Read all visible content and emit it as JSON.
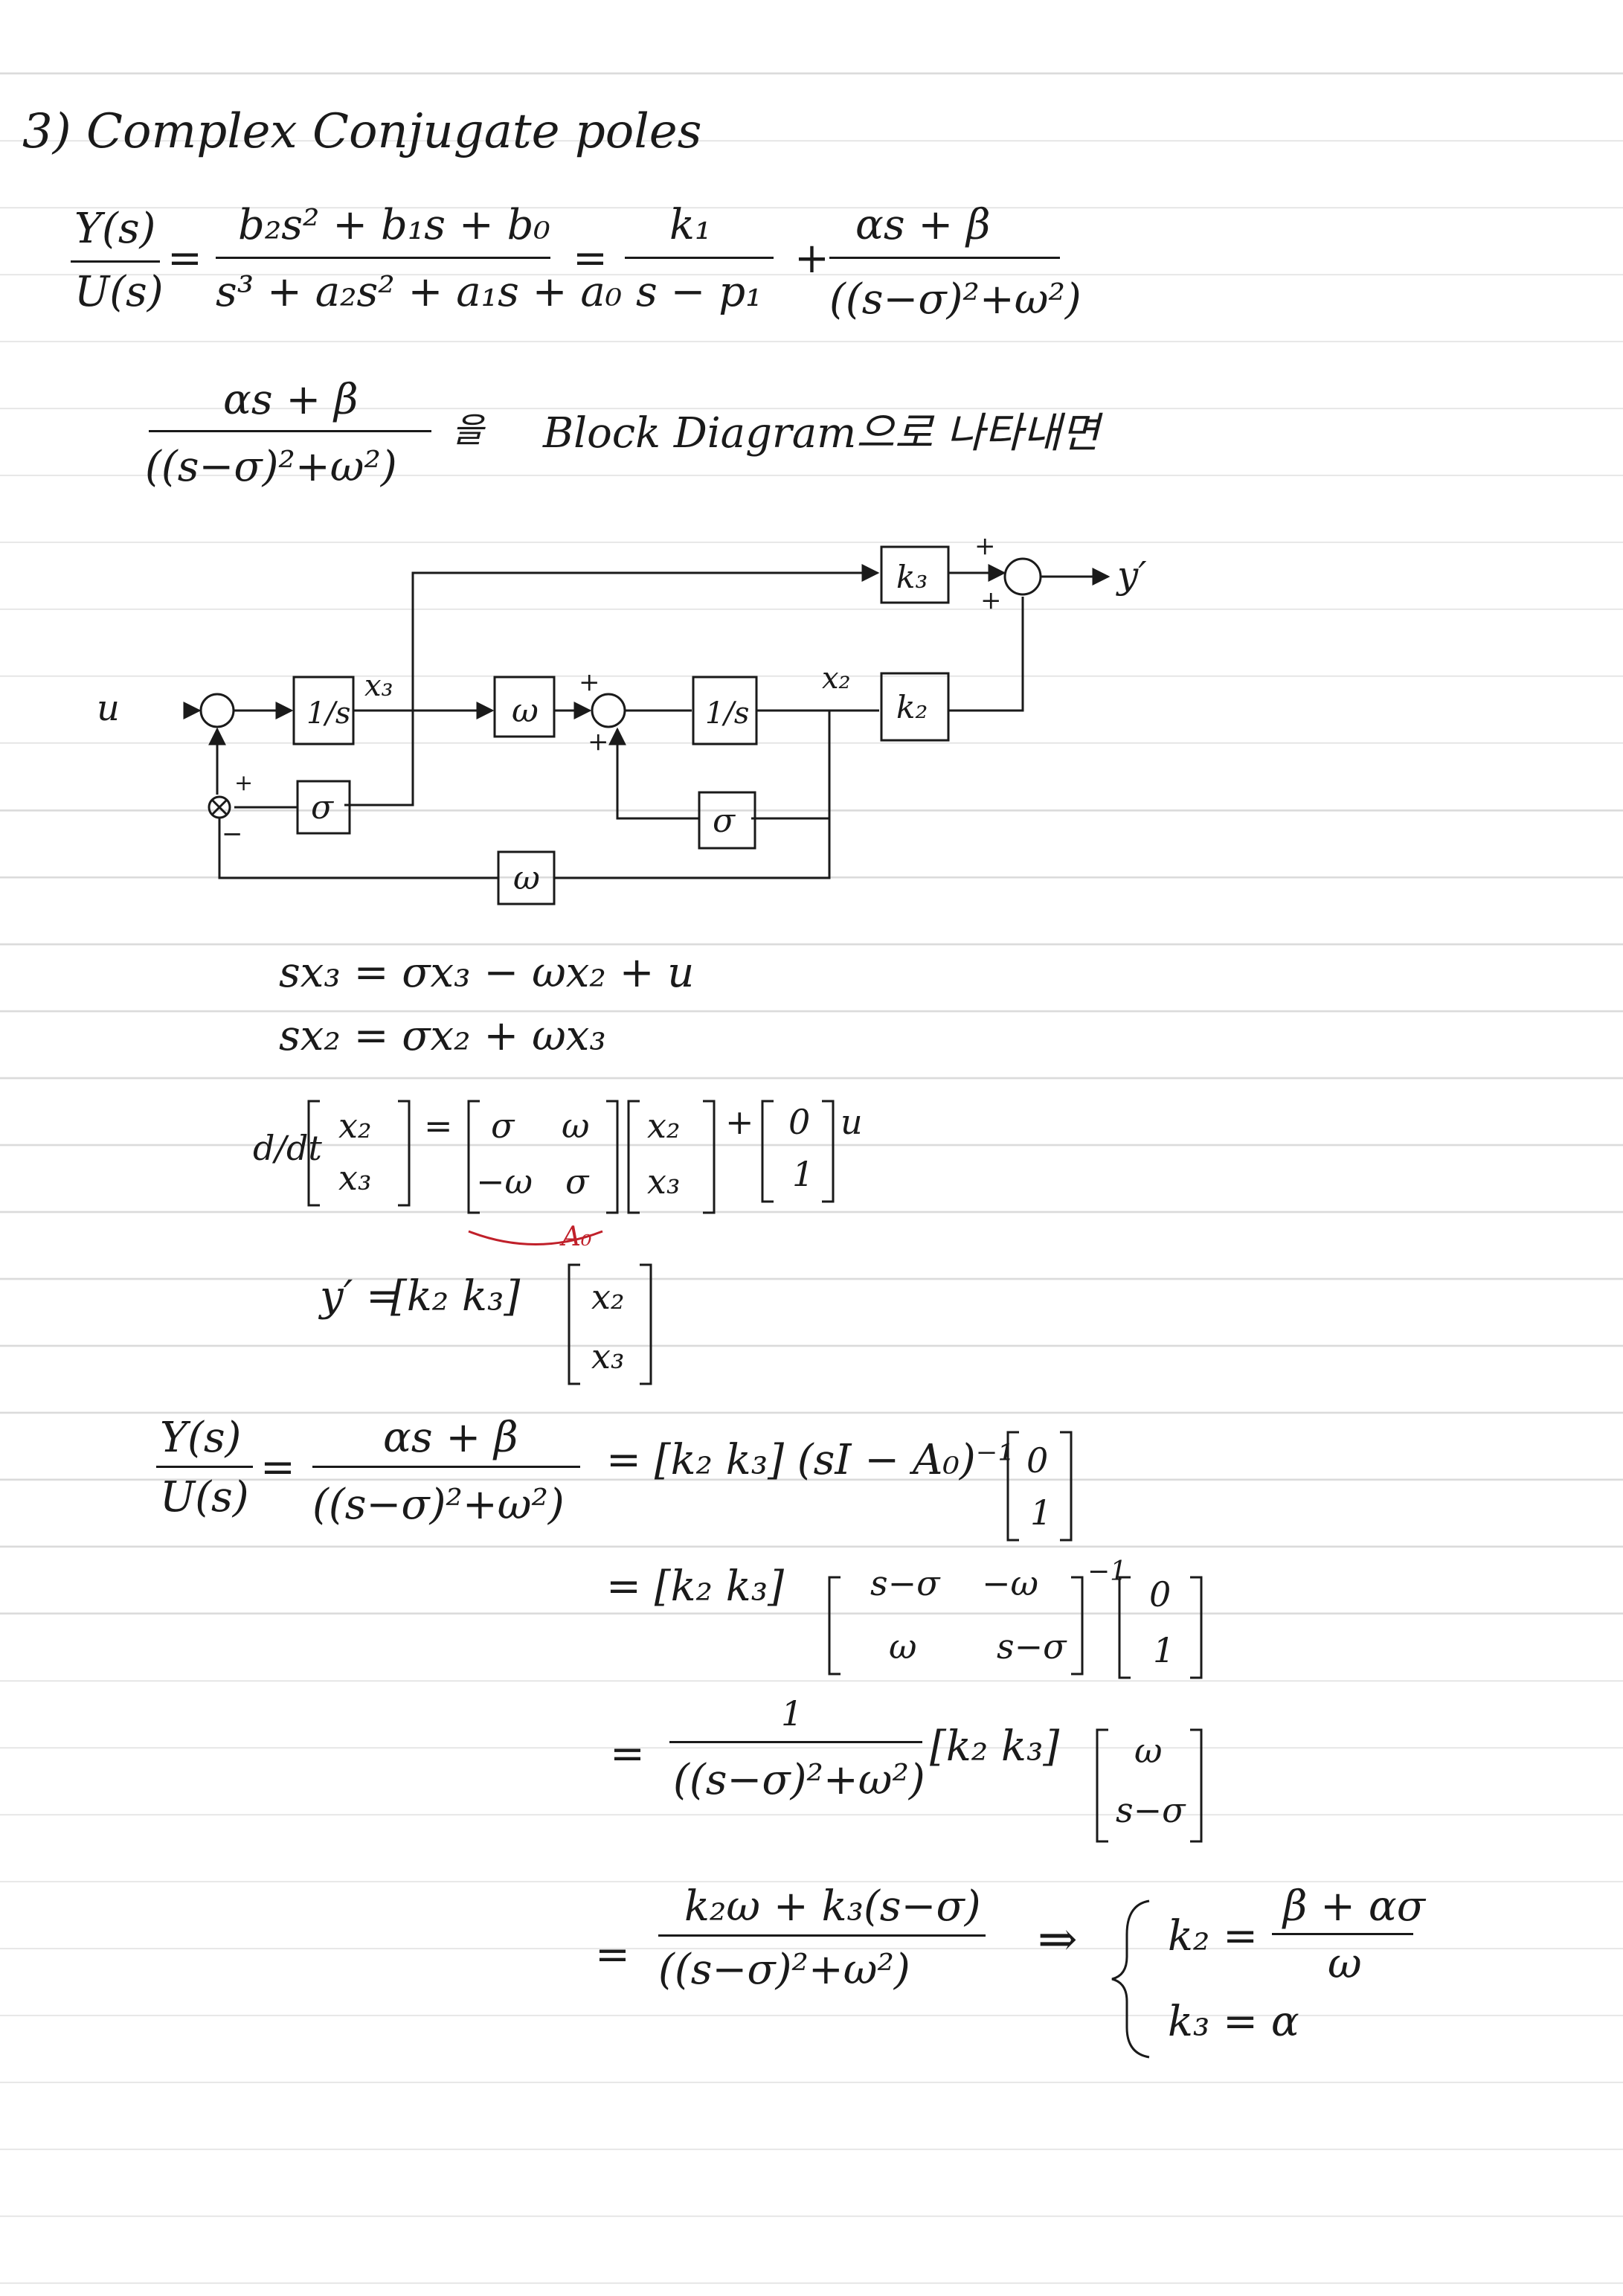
{
  "heading": "3) Complex Conjugate poles",
  "eq1": {
    "lhs_num": "Y(s)",
    "lhs_den": "U(s)",
    "eq": "=",
    "tf_num": "b₂s² + b₁s + b₀",
    "tf_den": "s³ + a₂s² + a₁s + a₀",
    "eq2": "=",
    "p1_num": "k₁",
    "p1_den": "s − p₁",
    "plus": "+",
    "p2_num": "αs + β",
    "p2_den": "((s−σ)²+ω²)"
  },
  "eq2": {
    "num": "αs + β",
    "den": "((s−σ)²+ω²)",
    "particle": "을",
    "text": "Block Diagram으로 나타내면"
  },
  "diagram": {
    "input": "u",
    "output": "y′",
    "integrator1": "1/s",
    "integrator2": "1/s",
    "x3": "x₃",
    "x2": "x₂",
    "omega_fwd": "ω",
    "omega_back": "ω",
    "sigma1": "σ",
    "sigma2": "σ",
    "k3": "k₃",
    "k2": "k₂",
    "plus": "+",
    "minus": "−"
  },
  "state_eqs": {
    "line1": "sx₃ = σx₃ − ωx₂ + u",
    "line2": "sx₂ = σx₂ + ωx₃",
    "ddt": "d/dt",
    "vec": [
      "x₂",
      "x₃"
    ],
    "eq": "=",
    "matrix": [
      [
        "σ",
        "ω"
      ],
      [
        "−ω",
        "σ"
      ]
    ],
    "plus": "+",
    "bvec": [
      "0",
      "1"
    ],
    "u": "u",
    "a0_label": "A₀",
    "y_lhs": "y′ =",
    "cvec": "[k₂  k₃]"
  },
  "derivation": {
    "lhs_num": "Y(s)",
    "lhs_den": "U(s)",
    "eq": "=",
    "frac_num": "αs + β",
    "frac_den": "((s−σ)²+ω²)",
    "step1": "= [k₂  k₃] (sI − A₀)⁻¹",
    "step2_lhs": "= [k₂  k₃]",
    "inv_matrix": [
      [
        "s−σ",
        "−ω"
      ],
      [
        "ω",
        "s−σ"
      ]
    ],
    "inv_exp": "−1",
    "step3_eq": "=",
    "step3_num": "1",
    "step3_den": "((s−σ)²+ω²)",
    "step3_row": "[k₂  k₃]",
    "step3_vec": [
      "ω",
      "s−σ"
    ],
    "step4_eq": "=",
    "step4_num": "k₂ω + k₃(s−σ)",
    "step4_den": "((s−σ)²+ω²)",
    "arrow": "⇒",
    "k2_lhs": "k₂ =",
    "k2_num": "β + ασ",
    "k2_den": "ω",
    "k3_res": "k₃ = α"
  }
}
